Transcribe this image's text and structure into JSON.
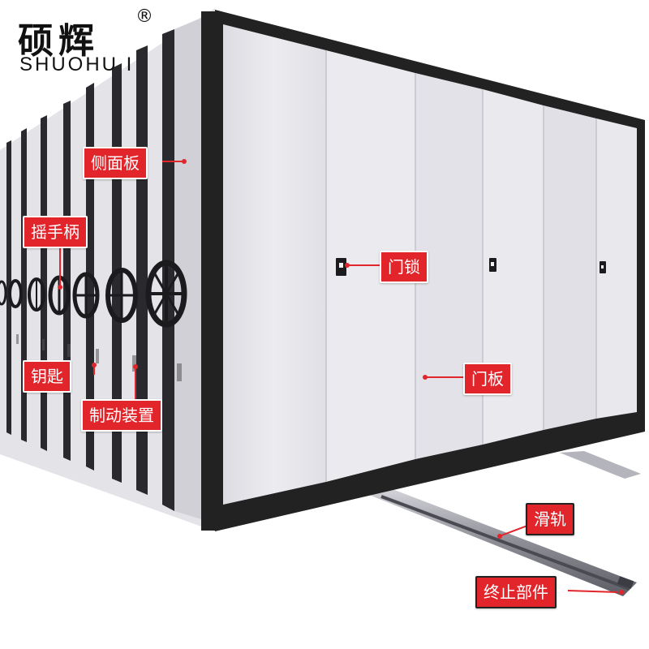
{
  "brand": {
    "name_cn": "硕辉",
    "registered_mark": "®",
    "name_en": "SHUOHU I"
  },
  "labels": {
    "side_panel": "侧面板",
    "hand_crank": "摇手柄",
    "door_lock": "门锁",
    "key": "钥匙",
    "door_panel": "门板",
    "brake_device": "制动装置",
    "slide_rail": "滑轨",
    "end_stop": "终止部件"
  },
  "colors": {
    "label_bg": "#e1252b",
    "cabinet_frame": "#222222",
    "door_panel": "#e8e8ec",
    "rail": "#9a9aa2"
  }
}
